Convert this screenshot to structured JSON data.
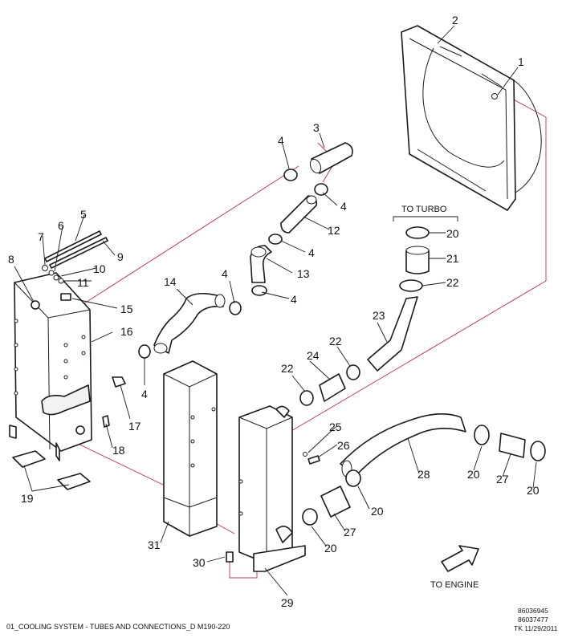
{
  "callouts": {
    "c1": "1",
    "c2": "2",
    "c3": "3",
    "c4a": "4",
    "c4b": "4",
    "c4c": "4",
    "c4d": "4",
    "c4e": "4",
    "c4f": "4",
    "c5": "5",
    "c6": "6",
    "c7": "7",
    "c8": "8",
    "c9": "9",
    "c10": "10",
    "c11": "11",
    "c12": "12",
    "c13": "13",
    "c14": "14",
    "c15": "15",
    "c16": "16",
    "c17": "17",
    "c18": "18",
    "c19": "19",
    "c20a": "20",
    "c20b": "20",
    "c20c": "20",
    "c20d": "20",
    "c20e": "20",
    "c21": "21",
    "c22a": "22",
    "c22b": "22",
    "c22c": "22",
    "c23": "23",
    "c24": "24",
    "c25": "25",
    "c26": "26",
    "c27a": "27",
    "c27b": "27",
    "c28": "28",
    "c29": "29",
    "c30": "30",
    "c31": "31"
  },
  "labels": {
    "to_turbo": "TO TURBO",
    "to_engine": "TO ENGINE"
  },
  "footer": {
    "caption": "01_COOLING SYSTEM - TUBES AND CONNECTIONS_D M190-220",
    "doc_number_1": "86036945",
    "doc_number_2": "86037477",
    "revision": "TK 11/29/2011"
  },
  "colors": {
    "line": "#1a1a1a",
    "connection_line": "#c0304a",
    "background": "#ffffff"
  }
}
